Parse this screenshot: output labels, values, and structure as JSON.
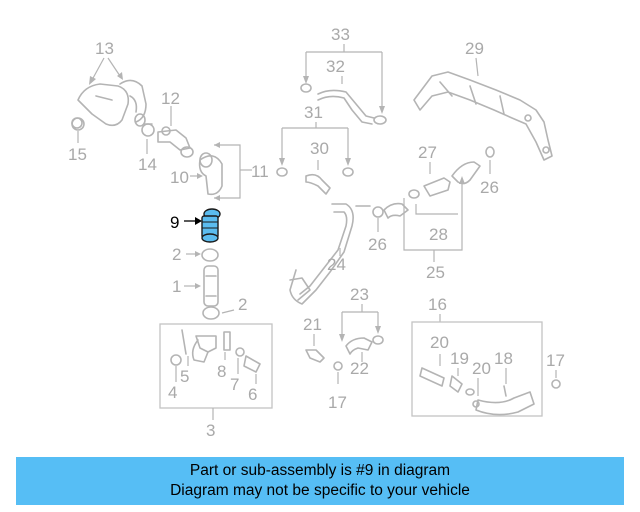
{
  "highlight": {
    "number": "9",
    "color": "#5bbcef"
  },
  "callouts": [
    "1",
    "2",
    "2",
    "3",
    "4",
    "5",
    "6",
    "7",
    "8",
    "9",
    "10",
    "11",
    "12",
    "13",
    "14",
    "15",
    "16",
    "17",
    "17",
    "18",
    "19",
    "20",
    "20",
    "21",
    "22",
    "23",
    "24",
    "25",
    "26",
    "26",
    "27",
    "28",
    "29",
    "30",
    "31",
    "32",
    "33"
  ],
  "banner": {
    "line1": "Part or sub-assembly is #9 in diagram",
    "line2": "Diagram may not be specific to your vehicle",
    "background": "#56bef5"
  }
}
